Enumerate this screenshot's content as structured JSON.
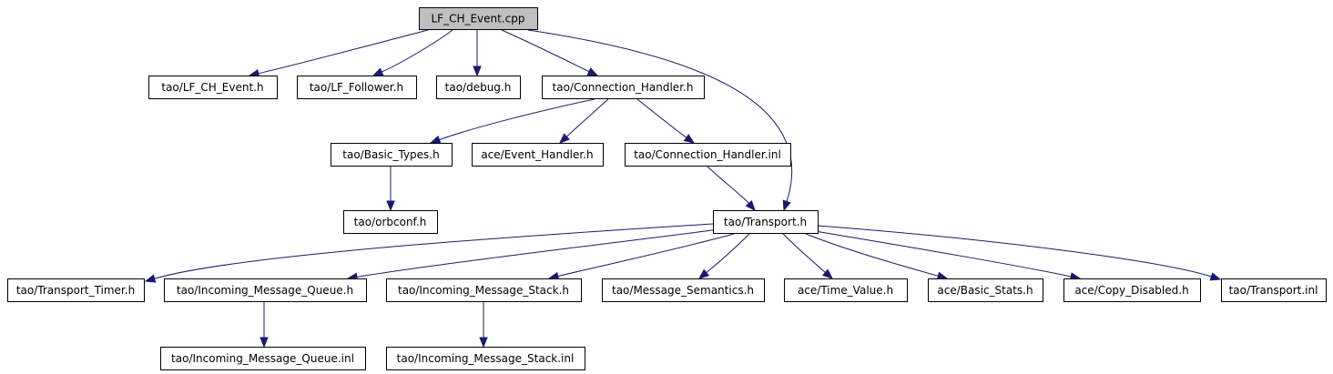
{
  "diagram": {
    "colors": {
      "edge": "#191970",
      "root_fill": "#bfbfbf",
      "node_fill": "#ffffff"
    },
    "nodes": [
      {
        "id": "lf_ch_event_cpp",
        "label": "LF_CH_Event.cpp",
        "root": true
      },
      {
        "id": "tao_lf_ch_event_h",
        "label": "tao/LF_CH_Event.h"
      },
      {
        "id": "tao_lf_follower_h",
        "label": "tao/LF_Follower.h"
      },
      {
        "id": "tao_debug_h",
        "label": "tao/debug.h"
      },
      {
        "id": "tao_connection_handler_h",
        "label": "tao/Connection_Handler.h"
      },
      {
        "id": "tao_basic_types_h",
        "label": "tao/Basic_Types.h"
      },
      {
        "id": "ace_event_handler_h",
        "label": "ace/Event_Handler.h"
      },
      {
        "id": "tao_connection_handler_inl",
        "label": "tao/Connection_Handler.inl"
      },
      {
        "id": "tao_orbconf_h",
        "label": "tao/orbconf.h"
      },
      {
        "id": "tao_transport_h",
        "label": "tao/Transport.h"
      },
      {
        "id": "tao_transport_timer_h",
        "label": "tao/Transport_Timer.h"
      },
      {
        "id": "tao_incoming_message_queue_h",
        "label": "tao/Incoming_Message_Queue.h"
      },
      {
        "id": "tao_incoming_message_stack_h",
        "label": "tao/Incoming_Message_Stack.h"
      },
      {
        "id": "tao_message_semantics_h",
        "label": "tao/Message_Semantics.h"
      },
      {
        "id": "ace_time_value_h",
        "label": "ace/Time_Value.h"
      },
      {
        "id": "ace_basic_stats_h",
        "label": "ace/Basic_Stats.h"
      },
      {
        "id": "ace_copy_disabled_h",
        "label": "ace/Copy_Disabled.h"
      },
      {
        "id": "tao_transport_inl",
        "label": "tao/Transport.inl"
      },
      {
        "id": "tao_incoming_message_queue_inl",
        "label": "tao/Incoming_Message_Queue.inl"
      },
      {
        "id": "tao_incoming_message_stack_inl",
        "label": "tao/Incoming_Message_Stack.inl"
      }
    ],
    "edges": [
      {
        "from": "lf_ch_event_cpp",
        "to": "tao_lf_ch_event_h"
      },
      {
        "from": "lf_ch_event_cpp",
        "to": "tao_lf_follower_h"
      },
      {
        "from": "lf_ch_event_cpp",
        "to": "tao_debug_h"
      },
      {
        "from": "lf_ch_event_cpp",
        "to": "tao_connection_handler_h"
      },
      {
        "from": "lf_ch_event_cpp",
        "to": "tao_transport_h"
      },
      {
        "from": "tao_connection_handler_h",
        "to": "tao_basic_types_h"
      },
      {
        "from": "tao_connection_handler_h",
        "to": "ace_event_handler_h"
      },
      {
        "from": "tao_connection_handler_h",
        "to": "tao_connection_handler_inl"
      },
      {
        "from": "tao_basic_types_h",
        "to": "tao_orbconf_h"
      },
      {
        "from": "tao_connection_handler_inl",
        "to": "tao_transport_h"
      },
      {
        "from": "tao_transport_h",
        "to": "tao_transport_timer_h"
      },
      {
        "from": "tao_transport_h",
        "to": "tao_incoming_message_queue_h"
      },
      {
        "from": "tao_transport_h",
        "to": "tao_incoming_message_stack_h"
      },
      {
        "from": "tao_transport_h",
        "to": "tao_message_semantics_h"
      },
      {
        "from": "tao_transport_h",
        "to": "ace_time_value_h"
      },
      {
        "from": "tao_transport_h",
        "to": "ace_basic_stats_h"
      },
      {
        "from": "tao_transport_h",
        "to": "ace_copy_disabled_h"
      },
      {
        "from": "tao_transport_h",
        "to": "tao_transport_inl"
      },
      {
        "from": "tao_incoming_message_queue_h",
        "to": "tao_incoming_message_queue_inl"
      },
      {
        "from": "tao_incoming_message_stack_h",
        "to": "tao_incoming_message_stack_inl"
      }
    ]
  }
}
